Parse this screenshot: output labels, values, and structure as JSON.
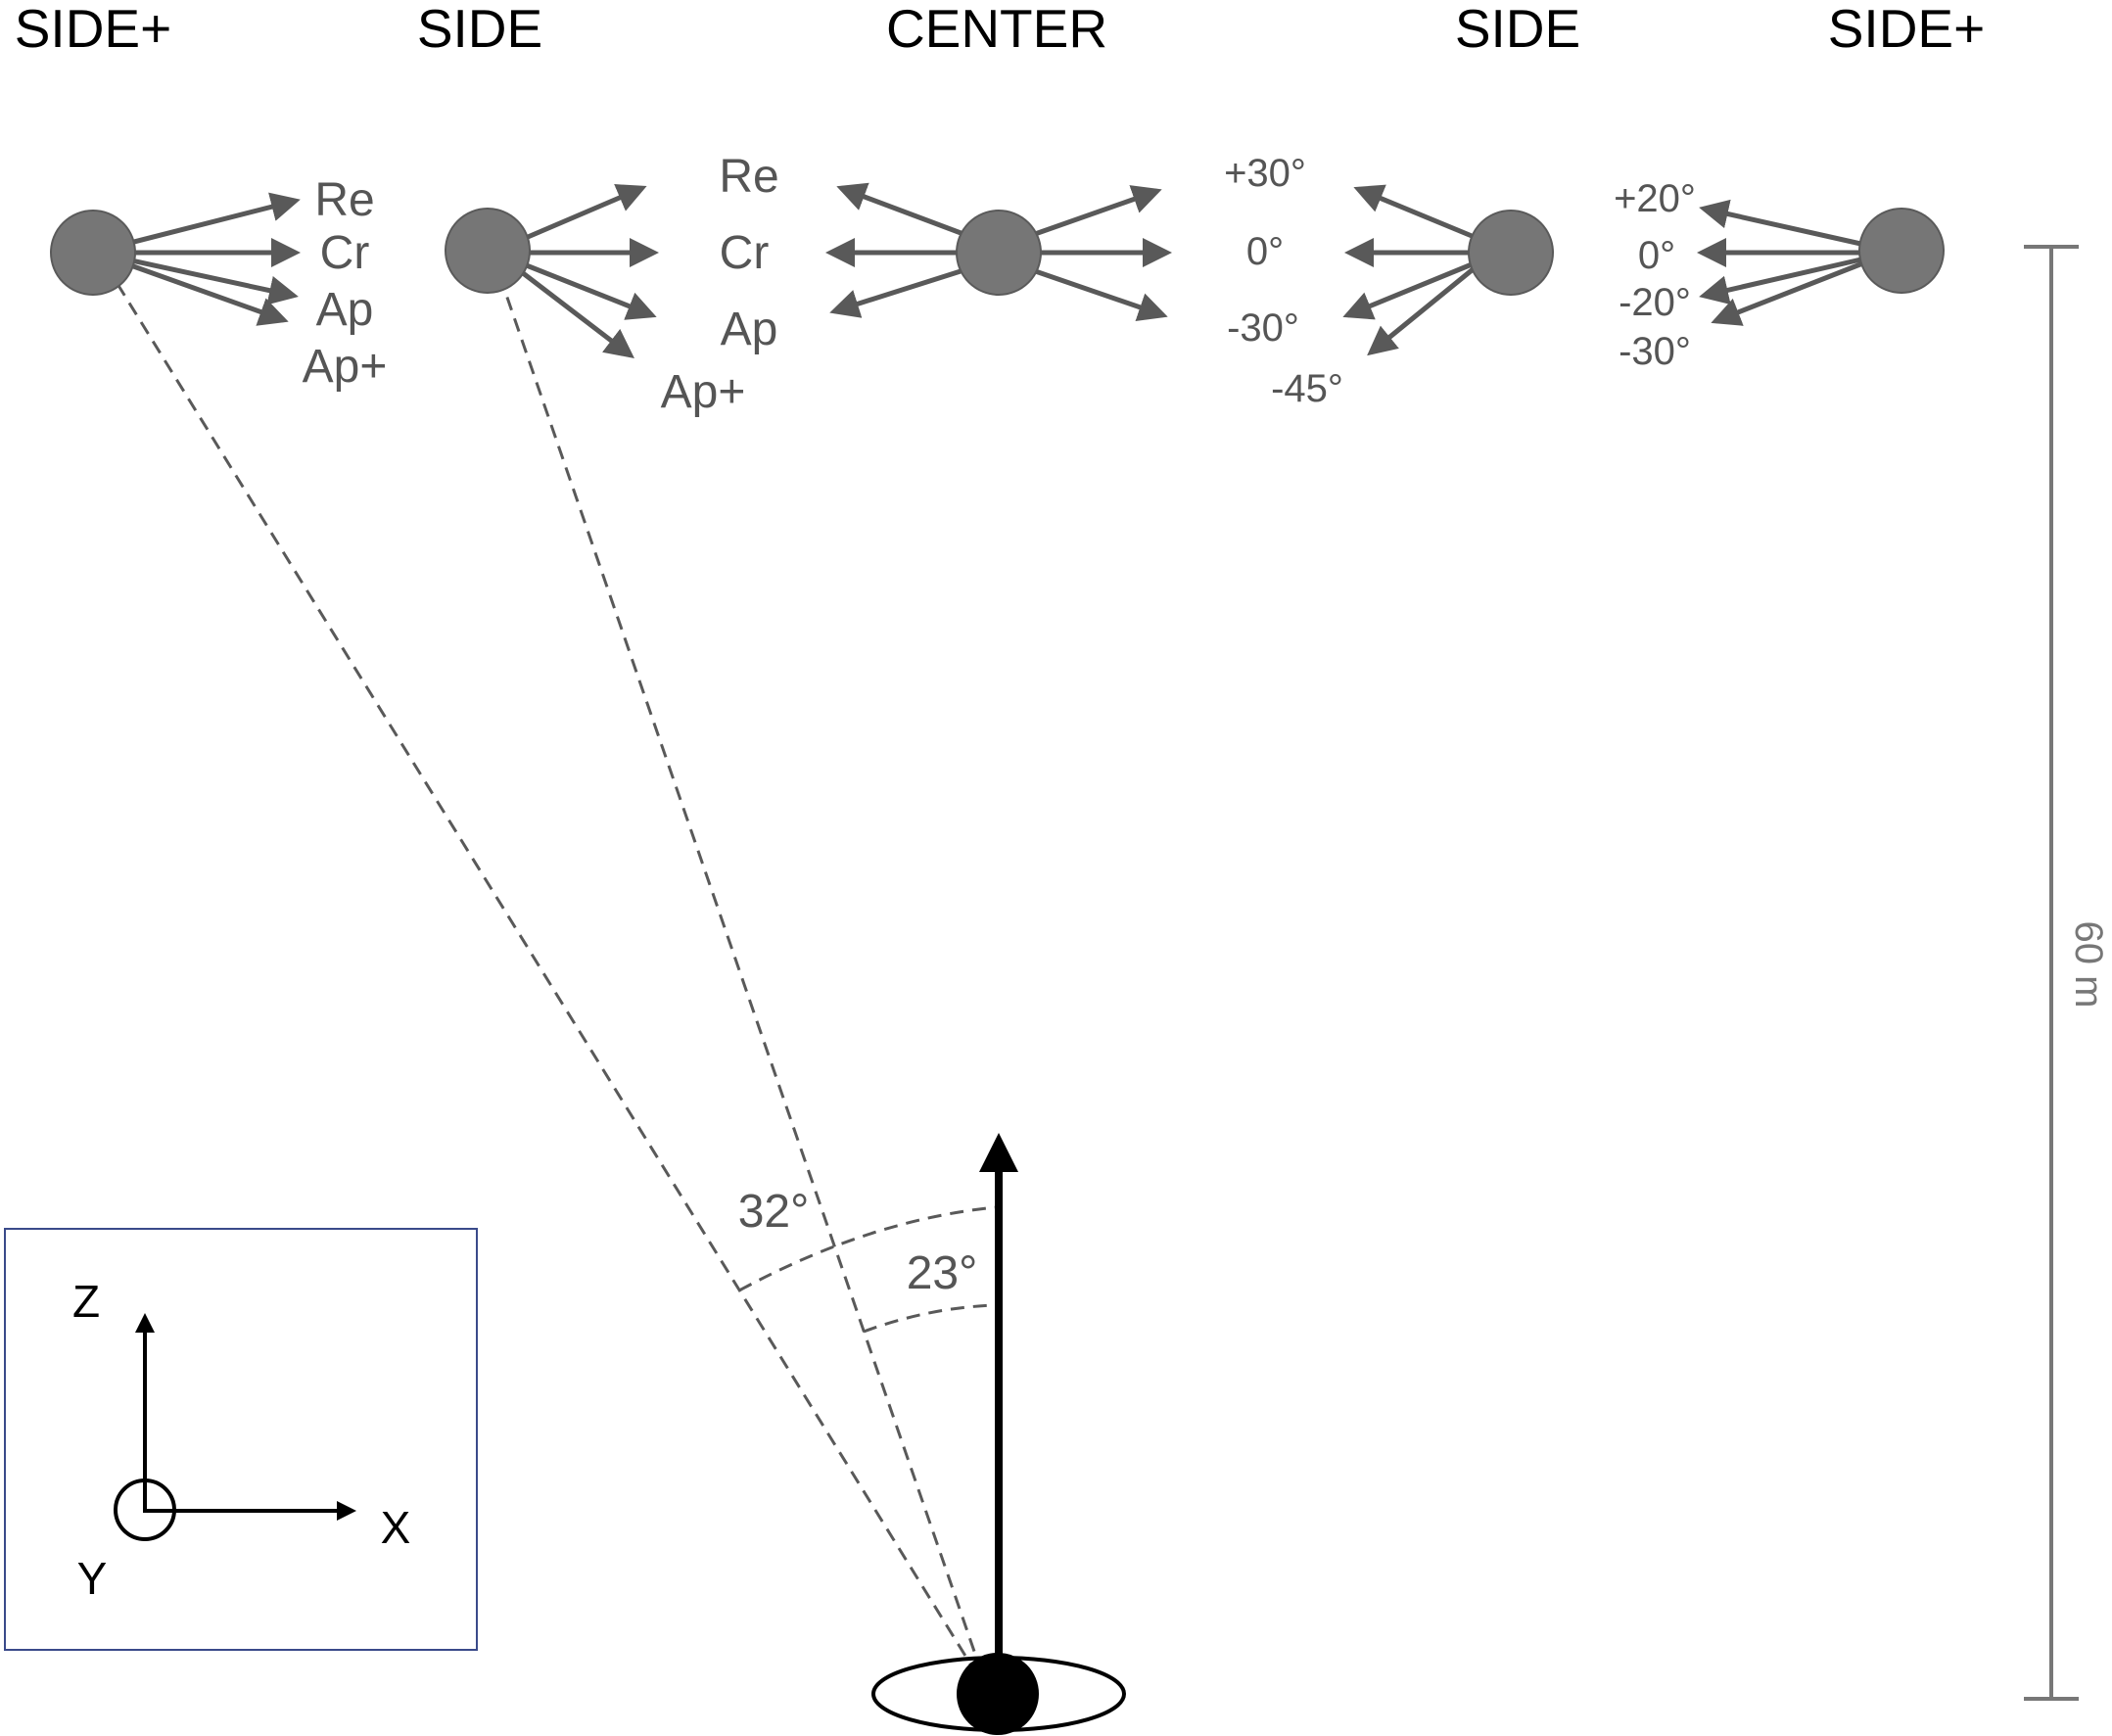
{
  "headers": {
    "far_left": "SIDE+",
    "left": "SIDE",
    "center": "CENTER",
    "right": "SIDE",
    "far_right": "SIDE+"
  },
  "left_labels": {
    "re": "Re",
    "cr": "Cr",
    "ap": "Ap",
    "ap_plus": "Ap+"
  },
  "right_angles": {
    "side_plus30": "+30°",
    "side_0": "0°",
    "side_minus30": "-30°",
    "side_minus45": "-45°",
    "sideplus_plus20": "+20°",
    "sideplus_0": "0°",
    "sideplus_minus20": "-20°",
    "sideplus_minus30": "-30°"
  },
  "view_angles": {
    "outer": "32°",
    "inner": "23°"
  },
  "distance_label": "60 m",
  "axes": {
    "z": "Z",
    "x": "X",
    "y": "Y"
  },
  "colors": {
    "agent_fill": "#767676",
    "arrow": "#595959",
    "dashed": "#595959",
    "observer": "#000000",
    "frame": "#3a4a8a"
  }
}
